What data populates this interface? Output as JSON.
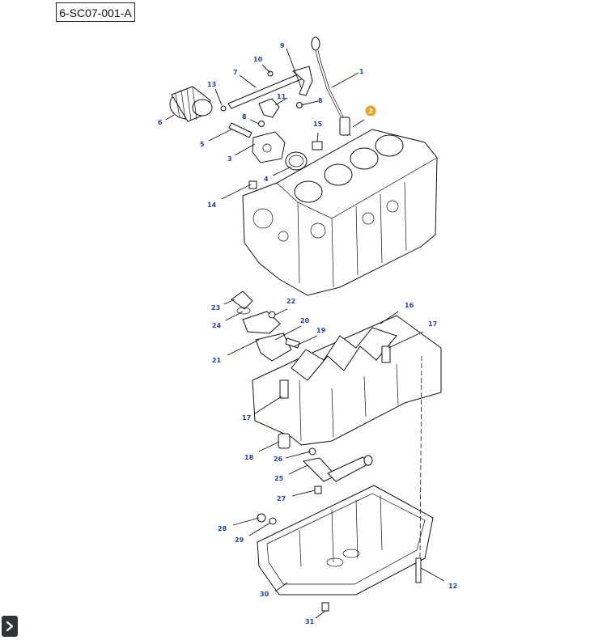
{
  "drawing_code": "6-SC07-001-A",
  "badge": {
    "label": "2",
    "color": "#e8a425"
  },
  "callout_color": "#1f3fbf",
  "nav_icon": "chevron-right-icon",
  "callouts": [
    {
      "id": "1",
      "label": "1"
    },
    {
      "id": "2",
      "label": "3"
    },
    {
      "id": "3",
      "label": "4"
    },
    {
      "id": "4",
      "label": "5"
    },
    {
      "id": "5",
      "label": "6"
    },
    {
      "id": "6",
      "label": "7"
    },
    {
      "id": "7",
      "label": "8"
    },
    {
      "id": "8",
      "label": "8"
    },
    {
      "id": "9",
      "label": "9"
    },
    {
      "id": "10",
      "label": "10"
    },
    {
      "id": "11",
      "label": "11"
    },
    {
      "id": "12",
      "label": "12"
    },
    {
      "id": "13",
      "label": "13"
    },
    {
      "id": "14",
      "label": "14"
    },
    {
      "id": "15",
      "label": "15"
    },
    {
      "id": "16",
      "label": "16"
    },
    {
      "id": "17",
      "label": "17"
    },
    {
      "id": "18",
      "label": "17"
    },
    {
      "id": "19",
      "label": "18"
    },
    {
      "id": "20",
      "label": "19"
    },
    {
      "id": "21",
      "label": "20"
    },
    {
      "id": "22",
      "label": "21"
    },
    {
      "id": "23",
      "label": "22"
    },
    {
      "id": "24",
      "label": "23"
    },
    {
      "id": "25",
      "label": "24"
    },
    {
      "id": "26",
      "label": "25"
    },
    {
      "id": "27",
      "label": "26"
    },
    {
      "id": "28",
      "label": "27"
    },
    {
      "id": "29",
      "label": "28"
    },
    {
      "id": "30",
      "label": "29"
    },
    {
      "id": "31",
      "label": "30"
    },
    {
      "id": "32",
      "label": "31"
    }
  ]
}
